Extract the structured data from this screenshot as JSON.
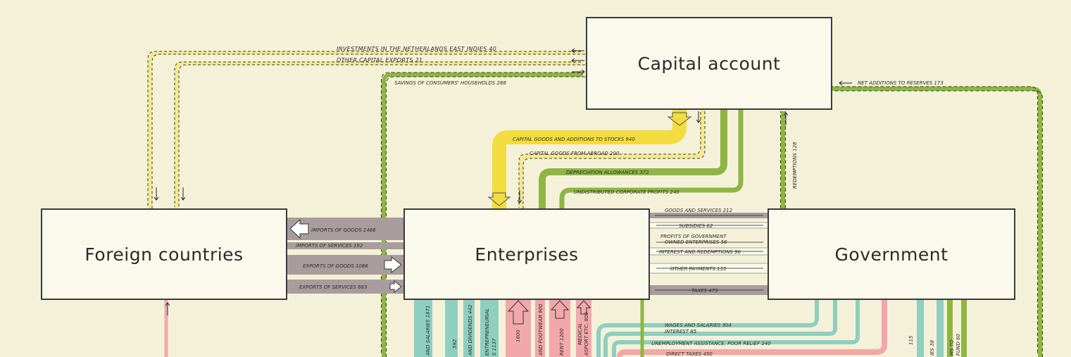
{
  "nodes": {
    "capital": "Capital  account",
    "foreign": "Foreign countries",
    "enterprises": "Enterprises",
    "government": "Government"
  },
  "flows": {
    "investments_ei": "INVESTMENTS IN THE NETHERLANDS EAST INDIES  40",
    "other_capital_exports": "OTHER CAPITAL EXPORTS   21",
    "savings_households": "SAVINGS OF CONSUMERS' HOUSEHOLDS 288",
    "net_additions_reserves": "NET ADDITIONS TO RESERVES   173",
    "capital_goods_stocks": "CAPITAL GOODS AND ADDITIONS TO STOCKS 940",
    "capital_goods_abroad": "CAPITAL GOODS FROM ABROAD  200",
    "depreciation": "DEPRECIATION ALLOWANCES 372",
    "undistributed_profits": "UNDISTRIBUTED CORPORATE PROFITS 240",
    "redemptions": "REDEMPTIONS 128",
    "imports_goods": "IMPORTS OF GOODS 1466",
    "imports_services": "IMPORTS OF SERVICES 192",
    "exports_goods": "EXPORTS OF GOODS 1086",
    "exports_services": "EXPORTS OF SERVICES 683",
    "goods_services_gov": "GOODS AND SERVICES 212",
    "subsidies": "SUBSIDIES    62",
    "profits_gov_1": "PROFITS OF GOVERNMENT",
    "profits_gov_2": "OWNED ENTERPRISES 56",
    "interest_redemptions": "INTEREST AND REDEMPTIONS 96",
    "other_payments": "OTHER PAYMENTS  155",
    "taxes": "TAXES  475",
    "wages_salaries_gov": "WAGES AND SALARIES 304",
    "interest_gov": "INTEREST   85",
    "unemployment": "UNEMPLOYMENT ASSISTANCE, POOR RELIEF 240",
    "direct_taxes": "DIRECT TAXES  450",
    "v_wages_1871": "AND SALARIES 1871",
    "v_592": "592",
    "v_dividends_442": "AND DIVIDENDS 442",
    "v_entrepreneurial_1": "ENTREPRENEURIAL",
    "v_entrepreneurial_2": "S  1137",
    "v_1600": "1600",
    "v_900": "AND FOOTWEAR 900",
    "v_rent_1200": "RENT 1200",
    "v_medical_1": "MEDICAL",
    "v_medical_2": "ASPORT ETC. 800",
    "v_115": "115",
    "v_38": "IES  38",
    "v_60_1": "MS TO",
    "v_60_2": "FUND 60"
  },
  "colors": {
    "background": "#f5f1d9",
    "capital_yellow": "#f2dc3f",
    "pale_yellow": "#f4e98c",
    "green": "#8db644",
    "grey": "#a89c9c",
    "teal": "#8fcfc0",
    "pink": "#f2a8a8",
    "ink": "#2b2b2b"
  }
}
